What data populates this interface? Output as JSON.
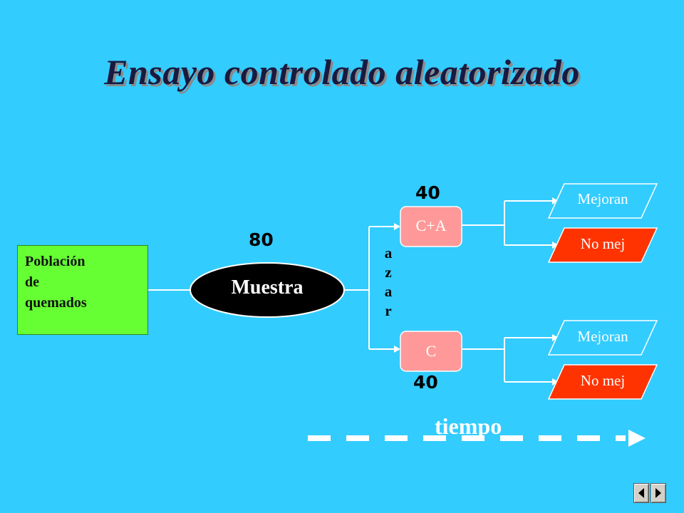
{
  "title": "Ensayo controlado aleatorizado",
  "poblacion": [
    "Población",
    "de",
    "quemados"
  ],
  "muestra": "Muestra",
  "n_muestra": "80",
  "azar": [
    "a",
    "z",
    "a",
    "r"
  ],
  "grupos": [
    {
      "label": "C+A",
      "n": "40"
    },
    {
      "label": "C",
      "n": "40"
    }
  ],
  "resultados": {
    "mejoran": "Mejoran",
    "no_mejoran": "No mej"
  },
  "tiempo": "tiempo",
  "colors": {
    "background": "#33ccff",
    "poblacion": "#66ff33",
    "grupo": "#ff9999",
    "mejoran": "#33ccff",
    "no_mejoran": "#ff3300"
  },
  "icons": [
    "prev-arrow-icon",
    "next-arrow-icon"
  ]
}
